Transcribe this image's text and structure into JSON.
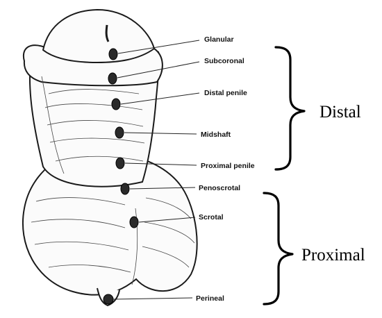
{
  "locations": [
    {
      "label": "Glanular"
    },
    {
      "label": "Subcoronal"
    },
    {
      "label": "Distal penile"
    },
    {
      "label": "Midshaft"
    },
    {
      "label": "Proximal penile"
    },
    {
      "label": "Penoscrotal"
    },
    {
      "label": "Scrotal"
    },
    {
      "label": "Perineal"
    }
  ],
  "groups": {
    "distal": "Distal",
    "proximal": "Proximal"
  },
  "colors": {
    "ink": "#111111",
    "background": "#ffffff",
    "meatus": "#2a2a2a"
  }
}
